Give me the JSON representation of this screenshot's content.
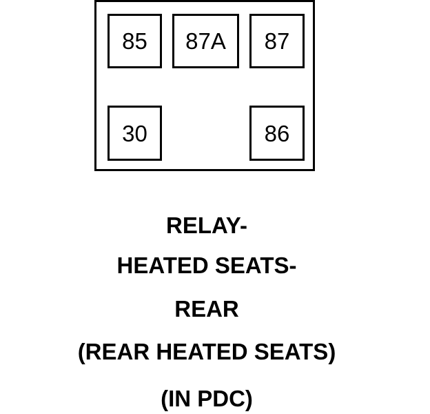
{
  "relay": {
    "terminals": {
      "t85": "85",
      "t87a": "87A",
      "t87": "87",
      "t30": "30",
      "t86": "86"
    }
  },
  "caption": {
    "line1": "RELAY-",
    "line2": "HEATED SEATS-",
    "line3": "REAR",
    "line4": "(REAR HEATED SEATS)",
    "line5": "(IN PDC)"
  }
}
